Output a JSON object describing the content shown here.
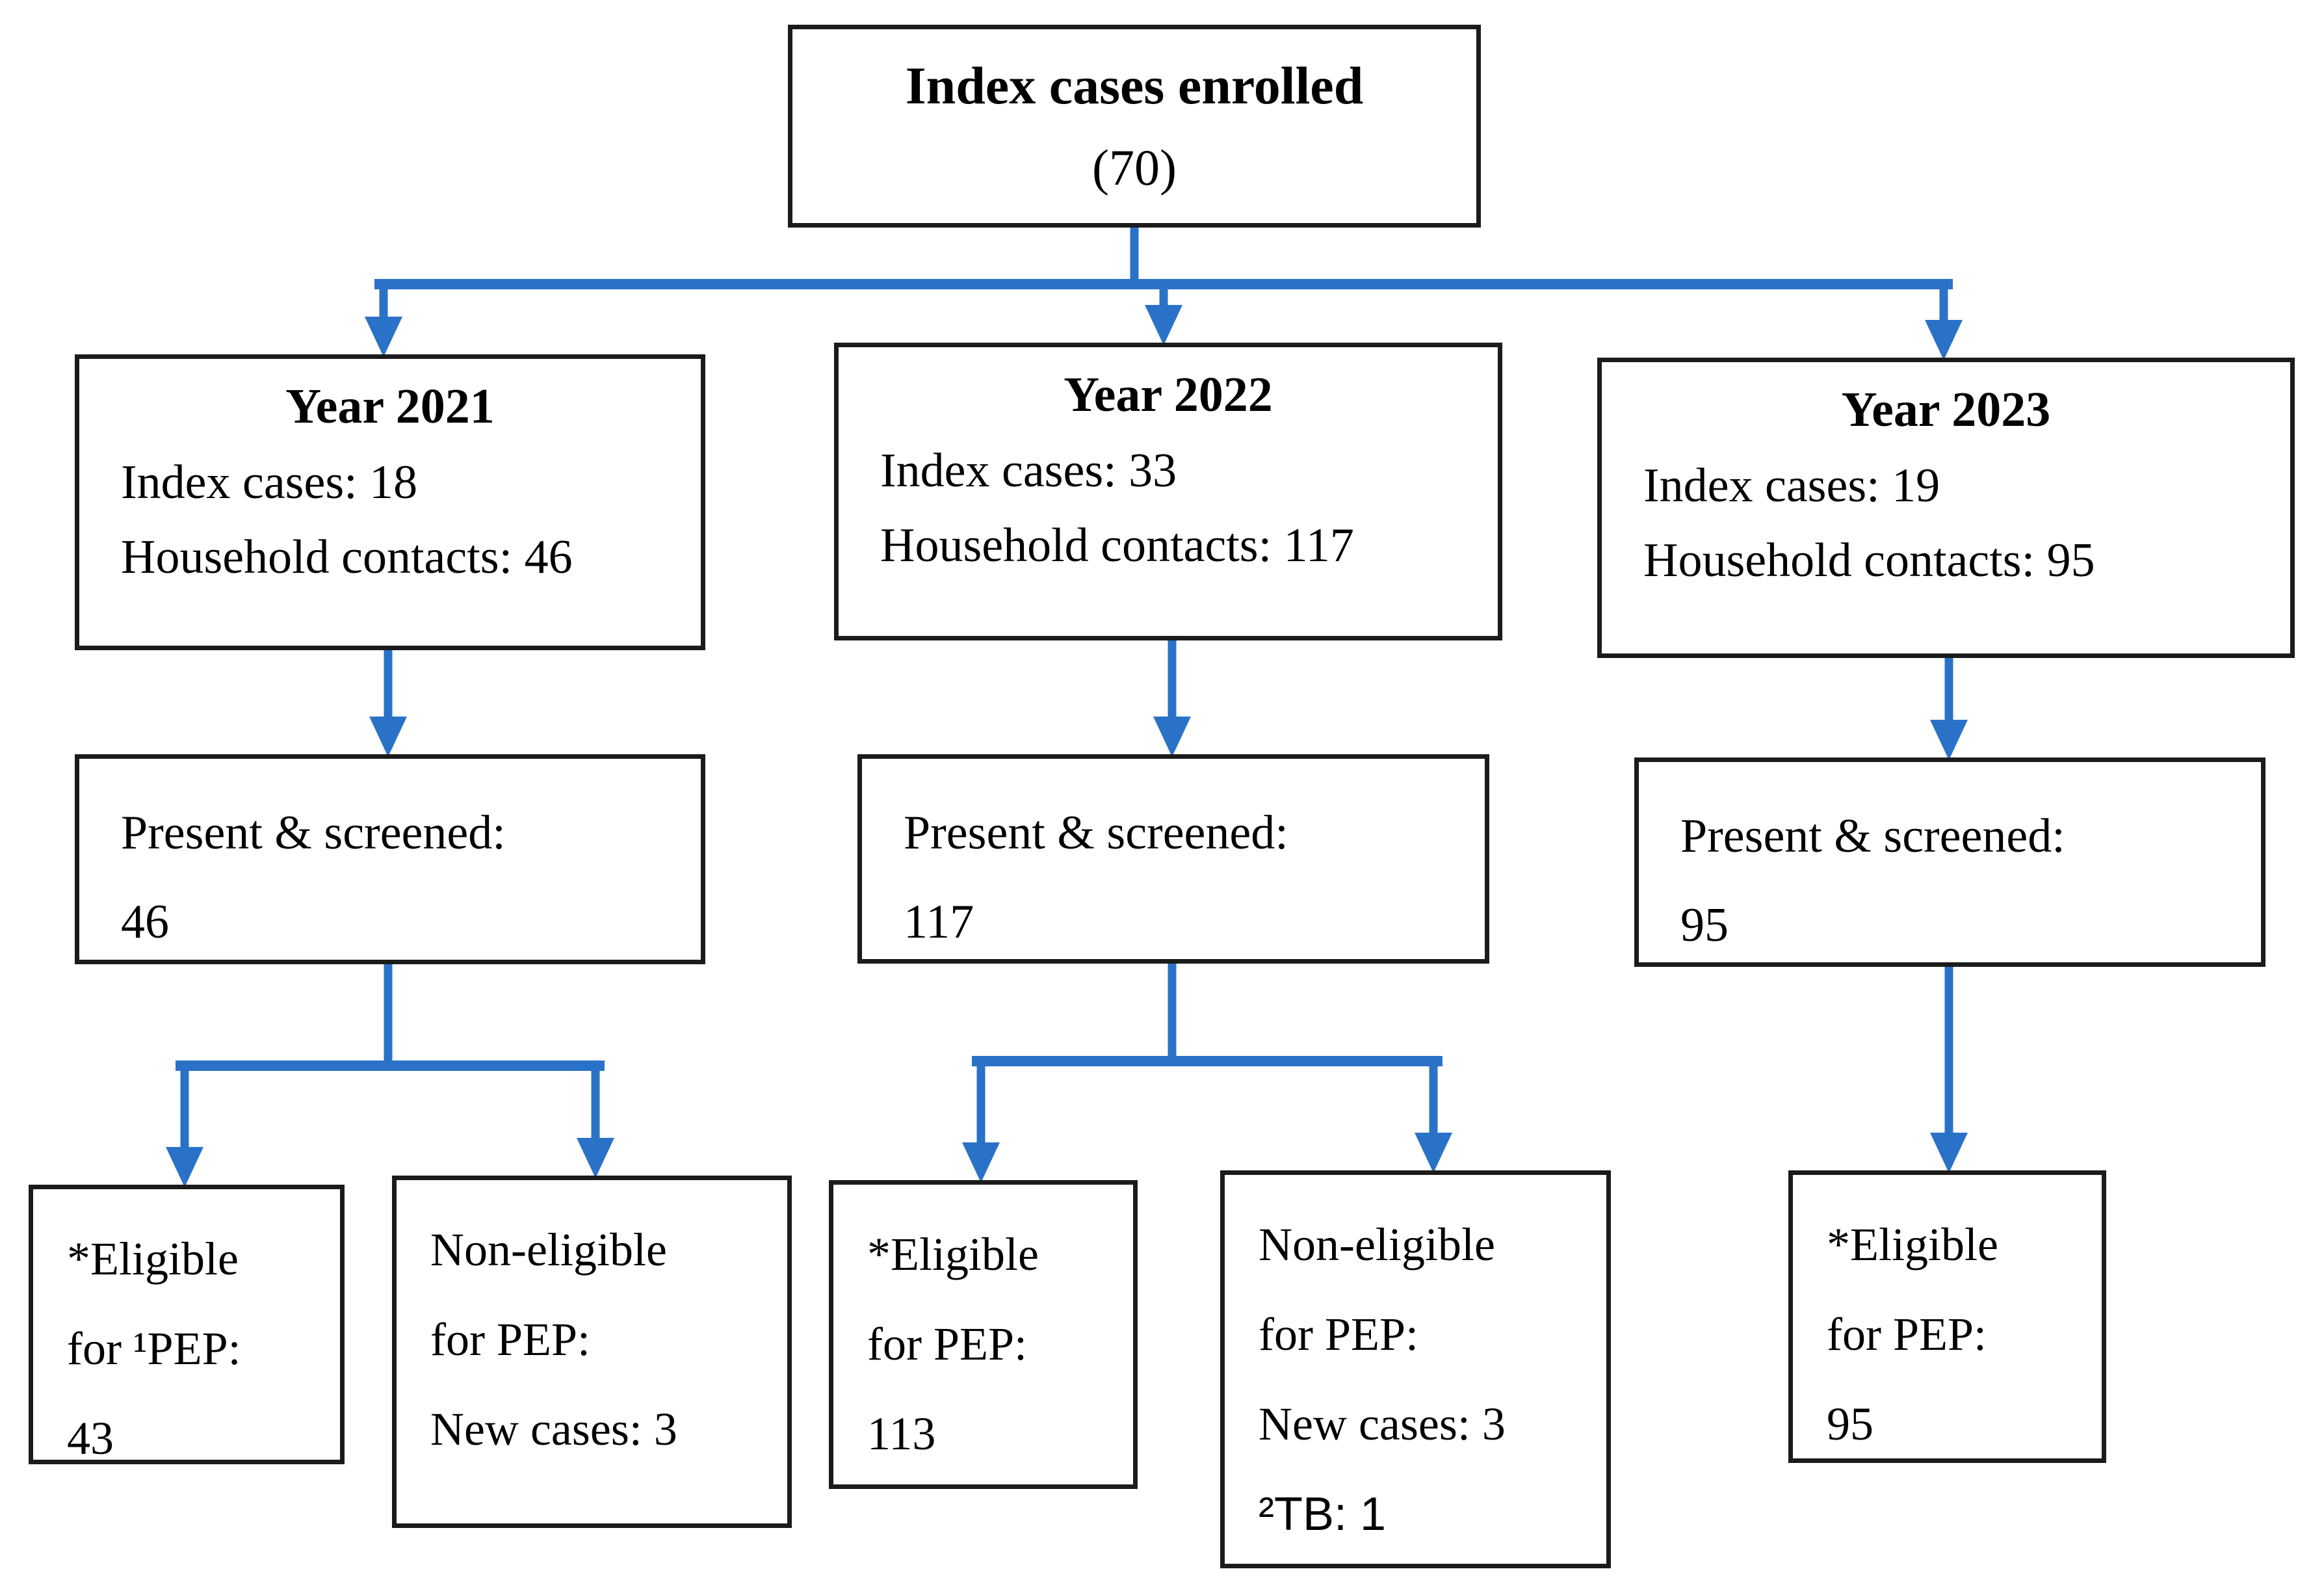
{
  "colors": {
    "connector_blue": "#2a72c8",
    "box_border": "#1b1b1b",
    "text": "#000000",
    "background": "#ffffff"
  },
  "root_box": {
    "title": "Index cases enrolled",
    "count": "(70)"
  },
  "year_boxes": [
    {
      "title": "Year 2021",
      "lines": [
        "Index cases: 18",
        "Household contacts: 46"
      ]
    },
    {
      "title": "Year 2022",
      "lines": [
        "Index cases: 33",
        "Household contacts: 117"
      ]
    },
    {
      "title": "Year 2023",
      "lines": [
        "Index cases: 19",
        "Household contacts: 95"
      ]
    }
  ],
  "screened_boxes": [
    {
      "lines": [
        "Present & screened:",
        "46"
      ]
    },
    {
      "lines": [
        "Present & screened:",
        "117"
      ]
    },
    {
      "lines": [
        "Present & screened:",
        "95"
      ]
    }
  ],
  "outcome_boxes": [
    {
      "lines": [
        "*Eligible",
        "for ¹PEP:",
        "43"
      ]
    },
    {
      "lines": [
        "Non-eligible",
        "for PEP:",
        "New cases: 3"
      ]
    },
    {
      "lines": [
        "*Eligible",
        "for PEP:",
        "113"
      ]
    },
    {
      "lines": [
        "Non-eligible",
        "for PEP:",
        "New cases: 3",
        "²TB: 1"
      ]
    },
    {
      "lines": [
        "*Eligible",
        "for PEP:",
        "95"
      ]
    }
  ]
}
